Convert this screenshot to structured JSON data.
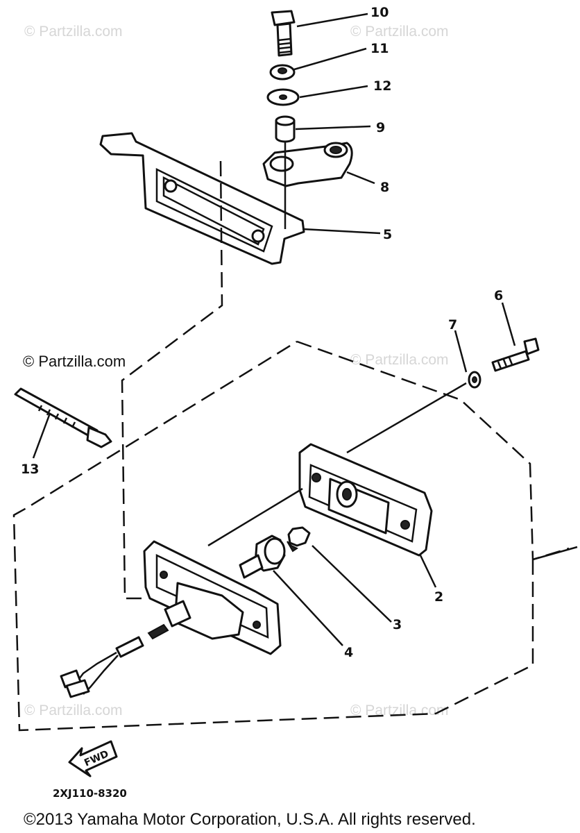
{
  "watermarks": {
    "top_left": "© Partzilla.com",
    "top_right": "© Partzilla.com",
    "mid_left": "© Partzilla.com",
    "mid_right": "© Partzilla.com",
    "bottom_left": "© Partzilla.com",
    "bottom_right": "© Partzilla.com"
  },
  "callouts": {
    "p10": "10",
    "p11": "11",
    "p12": "12",
    "p9": "9",
    "p8": "8",
    "p5": "5",
    "p6": "6",
    "p7": "7",
    "p13": "13",
    "p2": "2",
    "p3": "3",
    "p4": "4"
  },
  "fwd_label": "FWD",
  "diagram_code": "2XJ110-8320",
  "copyright": "©2013 Yamaha Motor Corporation, U.S.A. All rights reserved."
}
